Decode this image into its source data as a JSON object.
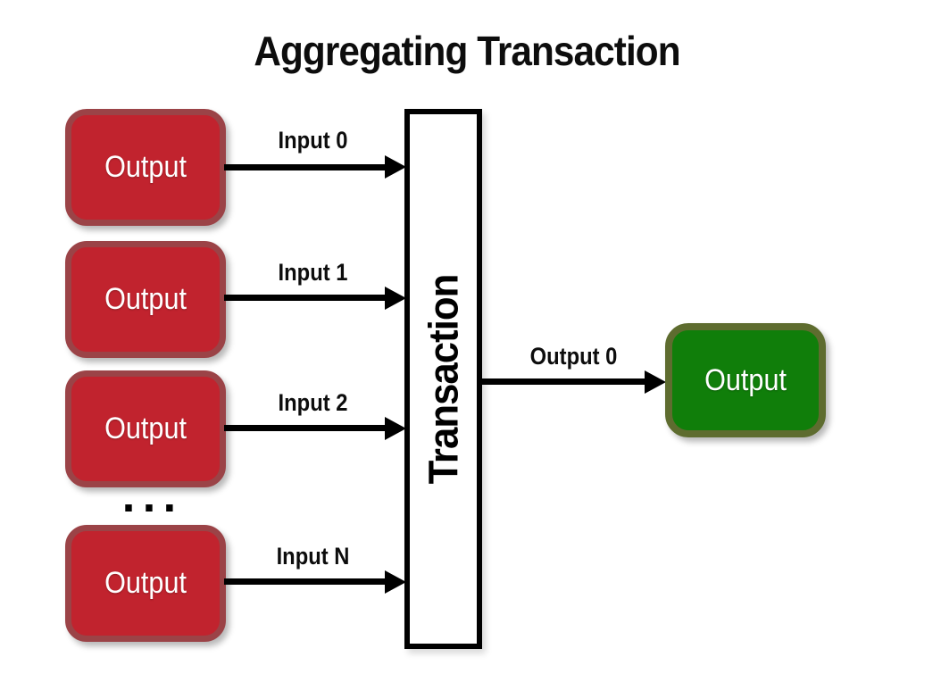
{
  "title": "Aggregating Transaction",
  "transaction": {
    "label": "Transaction"
  },
  "sources": [
    {
      "label": "Output"
    },
    {
      "label": "Output"
    },
    {
      "label": "Output"
    },
    {
      "label": "Output"
    }
  ],
  "ellipsis": "...",
  "inputs": [
    {
      "label": "Input 0"
    },
    {
      "label": "Input 1"
    },
    {
      "label": "Input 2"
    },
    {
      "label": "Input N"
    }
  ],
  "output_edge": {
    "label": "Output 0"
  },
  "destination": {
    "label": "Output"
  },
  "colors": {
    "source_fill": "#C1232E",
    "source_border": "#9B4347",
    "destination_fill": "#107E0A",
    "destination_border": "#5E6C2F",
    "transaction_fill": "#FFFFFF",
    "transaction_border": "#000000",
    "arrow": "#000000",
    "title_text": "#0D0D0D",
    "box_text": "#FFFFFF"
  }
}
